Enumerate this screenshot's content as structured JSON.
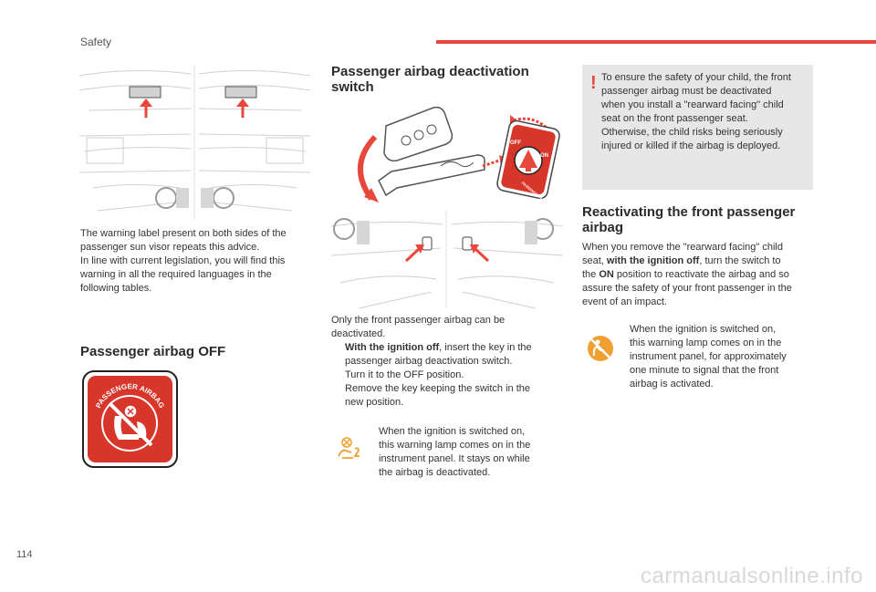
{
  "header": {
    "section": "Safety",
    "page_number": "114"
  },
  "left": {
    "intro_lines": [
      "The warning label present on both sides of the",
      "passenger sun visor repeats this advice.",
      "In line with current legislation, you will find this",
      "warning in all the required languages in the",
      "following tables."
    ],
    "heading_off": "Passenger airbag OFF",
    "label_text": "PASSENGER AIRBAG"
  },
  "middle": {
    "heading_line1": "Passenger airbag deactivation",
    "heading_line2": "switch",
    "switch_labels": {
      "off": "OFF",
      "on": "ON",
      "ring": "PASSENGER AIRBAG"
    },
    "only_line1": "Only the front passenger airbag can be",
    "only_line2": "deactivated.",
    "bullet_mark": "",
    "bullets": [
      {
        "bold": "With the ignition off",
        "line1": ", insert the key in the",
        "line2": "passenger airbag deactivation switch."
      },
      {
        "line1": "Turn it to the OFF position."
      },
      {
        "line1": "Remove the key keeping the switch in the",
        "line2": "new position."
      }
    ],
    "lamp_note_lines": [
      "When the ignition is switched on,",
      "this warning lamp comes on in the",
      "instrument panel. It stays on while",
      "the airbag is deactivated."
    ]
  },
  "right": {
    "caution_lines": [
      "To ensure the safety of your child, the front",
      "passenger airbag must be deactivated",
      "when you install a \"rearward facing\" child",
      "seat on the front passenger seat.",
      "Otherwise, the child risks being seriously",
      "injured or killed if the airbag is deployed."
    ],
    "warn_mark": "!",
    "heading_line1": "Reactivating the front passenger",
    "heading_line2": "airbag",
    "react": {
      "line1": "When you remove the \"rearward facing\" child",
      "line2_pre": "seat, ",
      "line2_bold": "with the ignition off",
      "line2_post": ", turn the switch to",
      "line3_pre": "the ",
      "line3_bold": "ON",
      "line3_post": " position to reactivate the airbag and so",
      "line4": "assure the safety of your front passenger in the",
      "line5": "event of an impact."
    },
    "lamp_note_lines": [
      "When the ignition is switched on,",
      "this warning lamp comes on in the",
      "instrument panel, for approximately",
      "one minute to signal that the front",
      "airbag is activated."
    ]
  },
  "footer": {
    "watermark": "carmanualsonline.info"
  },
  "colors": {
    "accent": "#e8483c",
    "caution_bg": "#e7e7e7",
    "lamp_orange": "#f0a030"
  }
}
